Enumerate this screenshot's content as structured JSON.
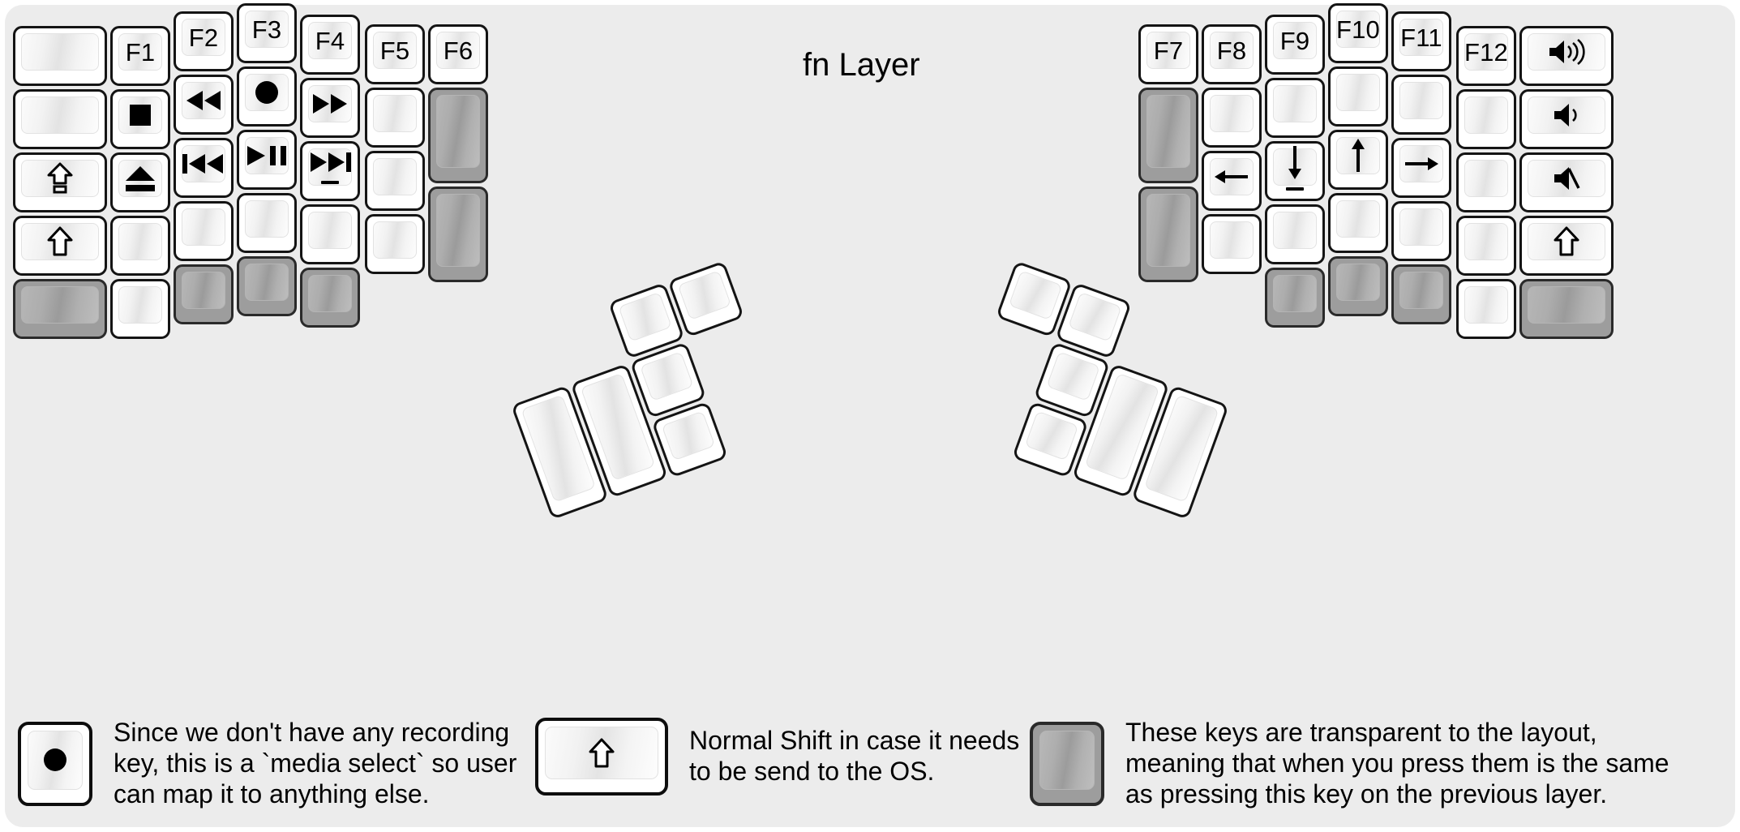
{
  "title": "fn Layer",
  "colors": {
    "background": "#ececec",
    "key_face": "#ffffff",
    "key_border": "#141414",
    "transparent_key": "#9d9d9d",
    "text": "#000000"
  },
  "left_half": {
    "columns": [
      {
        "name": "pinky-outer",
        "keys": [
          {
            "label": "",
            "icon": "",
            "style": "blank"
          },
          {
            "label": "",
            "icon": "",
            "style": "blank"
          },
          {
            "label": "",
            "icon": "caps-lock-icon",
            "style": "blank"
          },
          {
            "label": "",
            "icon": "shift-icon",
            "style": "blank"
          },
          {
            "label": "",
            "icon": "",
            "style": "transparent"
          }
        ]
      },
      {
        "name": "pinky",
        "keys": [
          {
            "label": "F1",
            "icon": "",
            "style": "blank"
          },
          {
            "label": "",
            "icon": "media-stop-icon",
            "style": "blank"
          },
          {
            "label": "",
            "icon": "media-eject-icon",
            "style": "blank"
          },
          {
            "label": "",
            "icon": "",
            "style": "blank"
          },
          {
            "label": "",
            "icon": "",
            "style": "blank"
          }
        ]
      },
      {
        "name": "ring",
        "keys": [
          {
            "label": "F2",
            "icon": "",
            "style": "blank"
          },
          {
            "label": "",
            "icon": "media-rewind-icon",
            "style": "blank"
          },
          {
            "label": "",
            "icon": "media-previous-icon",
            "style": "blank"
          },
          {
            "label": "",
            "icon": "",
            "style": "blank"
          },
          {
            "label": "",
            "icon": "",
            "style": "transparent"
          }
        ]
      },
      {
        "name": "middle",
        "keys": [
          {
            "label": "F3",
            "icon": "",
            "style": "blank"
          },
          {
            "label": "",
            "icon": "media-record-icon",
            "style": "blank"
          },
          {
            "label": "",
            "icon": "media-play-pause-icon",
            "style": "blank"
          },
          {
            "label": "",
            "icon": "",
            "style": "blank"
          },
          {
            "label": "",
            "icon": "",
            "style": "transparent"
          }
        ]
      },
      {
        "name": "index",
        "keys": [
          {
            "label": "F4",
            "icon": "",
            "style": "blank"
          },
          {
            "label": "",
            "icon": "media-fast-forward-icon",
            "style": "blank"
          },
          {
            "label": "",
            "icon": "media-next-icon",
            "style": "blank"
          },
          {
            "label": "",
            "icon": "",
            "style": "blank"
          },
          {
            "label": "",
            "icon": "",
            "style": "transparent"
          }
        ]
      },
      {
        "name": "index-inner",
        "keys": [
          {
            "label": "F5",
            "icon": "",
            "style": "blank"
          },
          {
            "label": "",
            "icon": "",
            "style": "blank"
          },
          {
            "label": "",
            "icon": "",
            "style": "blank"
          },
          {
            "label": "",
            "icon": "",
            "style": "blank"
          }
        ]
      },
      {
        "name": "inner",
        "keys": [
          {
            "label": "F6",
            "icon": "",
            "style": "blank"
          },
          {
            "label": "",
            "icon": "",
            "style": "transparent"
          },
          {
            "label": "",
            "icon": "",
            "style": "transparent"
          }
        ]
      }
    ],
    "thumb_cluster": [
      {
        "name": "thumb-big-1",
        "label": "",
        "icon": "",
        "style": "blank"
      },
      {
        "name": "thumb-big-2",
        "label": "",
        "icon": "",
        "style": "blank"
      },
      {
        "name": "thumb-small-1",
        "label": "",
        "icon": "",
        "style": "blank"
      },
      {
        "name": "thumb-small-2",
        "label": "",
        "icon": "",
        "style": "blank"
      },
      {
        "name": "thumb-small-3",
        "label": "",
        "icon": "",
        "style": "blank"
      },
      {
        "name": "thumb-small-4",
        "label": "",
        "icon": "",
        "style": "blank"
      }
    ]
  },
  "right_half": {
    "columns": [
      {
        "name": "inner",
        "keys": [
          {
            "label": "F7",
            "icon": "",
            "style": "blank"
          },
          {
            "label": "",
            "icon": "",
            "style": "transparent"
          },
          {
            "label": "",
            "icon": "",
            "style": "transparent"
          }
        ]
      },
      {
        "name": "index-inner",
        "keys": [
          {
            "label": "F8",
            "icon": "",
            "style": "blank"
          },
          {
            "label": "",
            "icon": "",
            "style": "blank"
          },
          {
            "label": "",
            "icon": "arrow-left-icon",
            "style": "blank"
          },
          {
            "label": "",
            "icon": "",
            "style": "blank"
          }
        ]
      },
      {
        "name": "index",
        "keys": [
          {
            "label": "F9",
            "icon": "",
            "style": "blank"
          },
          {
            "label": "",
            "icon": "",
            "style": "blank"
          },
          {
            "label": "",
            "icon": "arrow-down-icon",
            "style": "blank"
          },
          {
            "label": "",
            "icon": "",
            "style": "blank"
          },
          {
            "label": "",
            "icon": "",
            "style": "transparent"
          }
        ]
      },
      {
        "name": "middle",
        "keys": [
          {
            "label": "F10",
            "icon": "",
            "style": "blank"
          },
          {
            "label": "",
            "icon": "",
            "style": "blank"
          },
          {
            "label": "",
            "icon": "arrow-up-icon",
            "style": "blank"
          },
          {
            "label": "",
            "icon": "",
            "style": "blank"
          },
          {
            "label": "",
            "icon": "",
            "style": "transparent"
          }
        ]
      },
      {
        "name": "ring",
        "keys": [
          {
            "label": "F11",
            "icon": "",
            "style": "blank"
          },
          {
            "label": "",
            "icon": "",
            "style": "blank"
          },
          {
            "label": "",
            "icon": "arrow-right-icon",
            "style": "blank"
          },
          {
            "label": "",
            "icon": "",
            "style": "blank"
          },
          {
            "label": "",
            "icon": "",
            "style": "transparent"
          }
        ]
      },
      {
        "name": "pinky",
        "keys": [
          {
            "label": "F12",
            "icon": "",
            "style": "blank"
          },
          {
            "label": "",
            "icon": "",
            "style": "blank"
          },
          {
            "label": "",
            "icon": "",
            "style": "blank"
          },
          {
            "label": "",
            "icon": "",
            "style": "blank"
          },
          {
            "label": "",
            "icon": "",
            "style": "blank"
          }
        ]
      },
      {
        "name": "pinky-outer",
        "keys": [
          {
            "label": "",
            "icon": "volume-up-icon",
            "style": "blank"
          },
          {
            "label": "",
            "icon": "volume-down-icon",
            "style": "blank"
          },
          {
            "label": "",
            "icon": "volume-mute-icon",
            "style": "blank"
          },
          {
            "label": "",
            "icon": "shift-icon",
            "style": "blank"
          },
          {
            "label": "",
            "icon": "",
            "style": "transparent"
          }
        ]
      }
    ],
    "thumb_cluster": [
      {
        "name": "thumb-big-1",
        "label": "",
        "icon": "",
        "style": "blank"
      },
      {
        "name": "thumb-big-2",
        "label": "",
        "icon": "",
        "style": "blank"
      },
      {
        "name": "thumb-small-1",
        "label": "",
        "icon": "",
        "style": "blank"
      },
      {
        "name": "thumb-small-2",
        "label": "",
        "icon": "",
        "style": "blank"
      },
      {
        "name": "thumb-small-3",
        "label": "",
        "icon": "",
        "style": "blank"
      },
      {
        "name": "thumb-small-4",
        "label": "",
        "icon": "",
        "style": "blank"
      }
    ]
  },
  "legend": [
    {
      "icon": "media-record-icon",
      "style": "blank",
      "text": "Since we don't have any recording\nkey, this is a `media select` so user\ncan map it to anything else."
    },
    {
      "icon": "shift-icon",
      "style": "blank",
      "text": "Normal Shift in case it needs\nto be send to the OS."
    },
    {
      "icon": "",
      "style": "transparent",
      "text": "These keys are transparent to the layout,\nmeaning that when you press them is the same\nas pressing this key on the previous layer."
    }
  ]
}
